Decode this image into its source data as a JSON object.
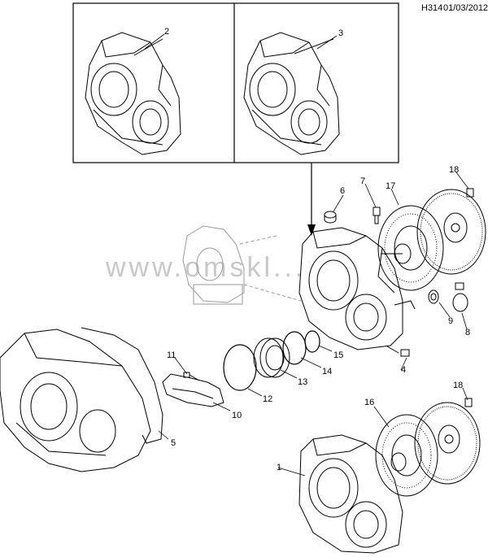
{
  "header": {
    "diagram_code": "H314",
    "date": "01/03/2012"
  },
  "watermark": "www.omskl...",
  "callouts": [
    "1",
    "2",
    "3",
    "4",
    "5",
    "6",
    "7",
    "8",
    "9",
    "10",
    "11",
    "12",
    "13",
    "14",
    "15",
    "16",
    "17",
    "18",
    "18"
  ],
  "colors": {
    "line": "#000000",
    "ghost_part": "#9a9a9a",
    "watermark": "#c8c8c8",
    "background": "#ffffff"
  }
}
